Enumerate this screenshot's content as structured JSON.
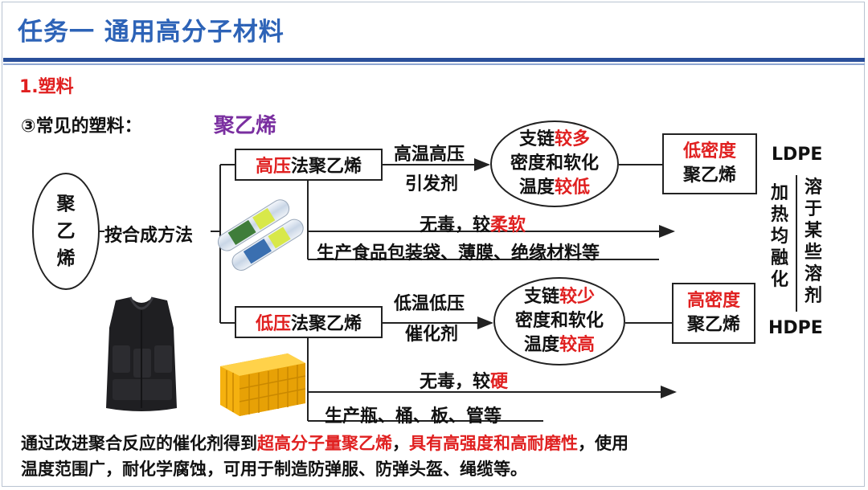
{
  "slide": {
    "title": "任务一  通用高分子材料",
    "section": "1.塑料",
    "subheading": "③常见的塑料：",
    "polymer": "聚乙烯"
  },
  "root": {
    "label_chars": [
      "聚",
      "乙",
      "烯"
    ],
    "method_label": "按合成方法"
  },
  "high_pressure": {
    "box_red": "高压",
    "box_rest": "法聚乙烯",
    "condition_line1": "高温高压",
    "condition_line2": "引发剂",
    "ellipse": {
      "l1a": "支链",
      "l1b": "较多",
      "l2": "密度和软化",
      "l3a": "温度",
      "l3b": "较低"
    },
    "result_red": "低密度",
    "result_rest": "聚乙烯",
    "abbr": "LDPE",
    "property_a": "无毒，较",
    "property_b": "柔软",
    "uses": "生产食品包装袋、薄膜、绝缘材料等"
  },
  "low_pressure": {
    "box_red": "低压",
    "box_rest": "法聚乙烯",
    "condition_line1": "低温低压",
    "condition_line2": "催化剂",
    "ellipse": {
      "l1a": "支链",
      "l1b": "较少",
      "l2": "密度和软化",
      "l3a": "温度",
      "l3b": "较高"
    },
    "result_red": "高密度",
    "result_rest": "聚乙烯",
    "abbr": "HDPE",
    "property_a": "无毒，较",
    "property_b": "硬",
    "uses": "生产瓶、桶、板、管等"
  },
  "side_props": {
    "heat": [
      "加",
      "热",
      "均",
      "融",
      "化"
    ],
    "solvent": [
      "溶",
      "于",
      "某",
      "些",
      "溶",
      "剂"
    ]
  },
  "footer": {
    "a": "通过改进聚合反应的催化剂得到",
    "b": "超高分子量聚乙烯",
    "c": "，",
    "d": "具有高强度和高耐磨性",
    "e": "，使用",
    "line2": "温度范围广，耐化学腐蚀，可用于制造防弹服、防弹头盔、绳缆等。"
  },
  "colors": {
    "title_blue": "#2d63b7",
    "accent_red": "#e02020",
    "polymer_purple": "#7a2fa0"
  },
  "icons": [
    "plastic-wrap-rolls-image",
    "bulletproof-vest-image",
    "plastic-crate-image"
  ]
}
